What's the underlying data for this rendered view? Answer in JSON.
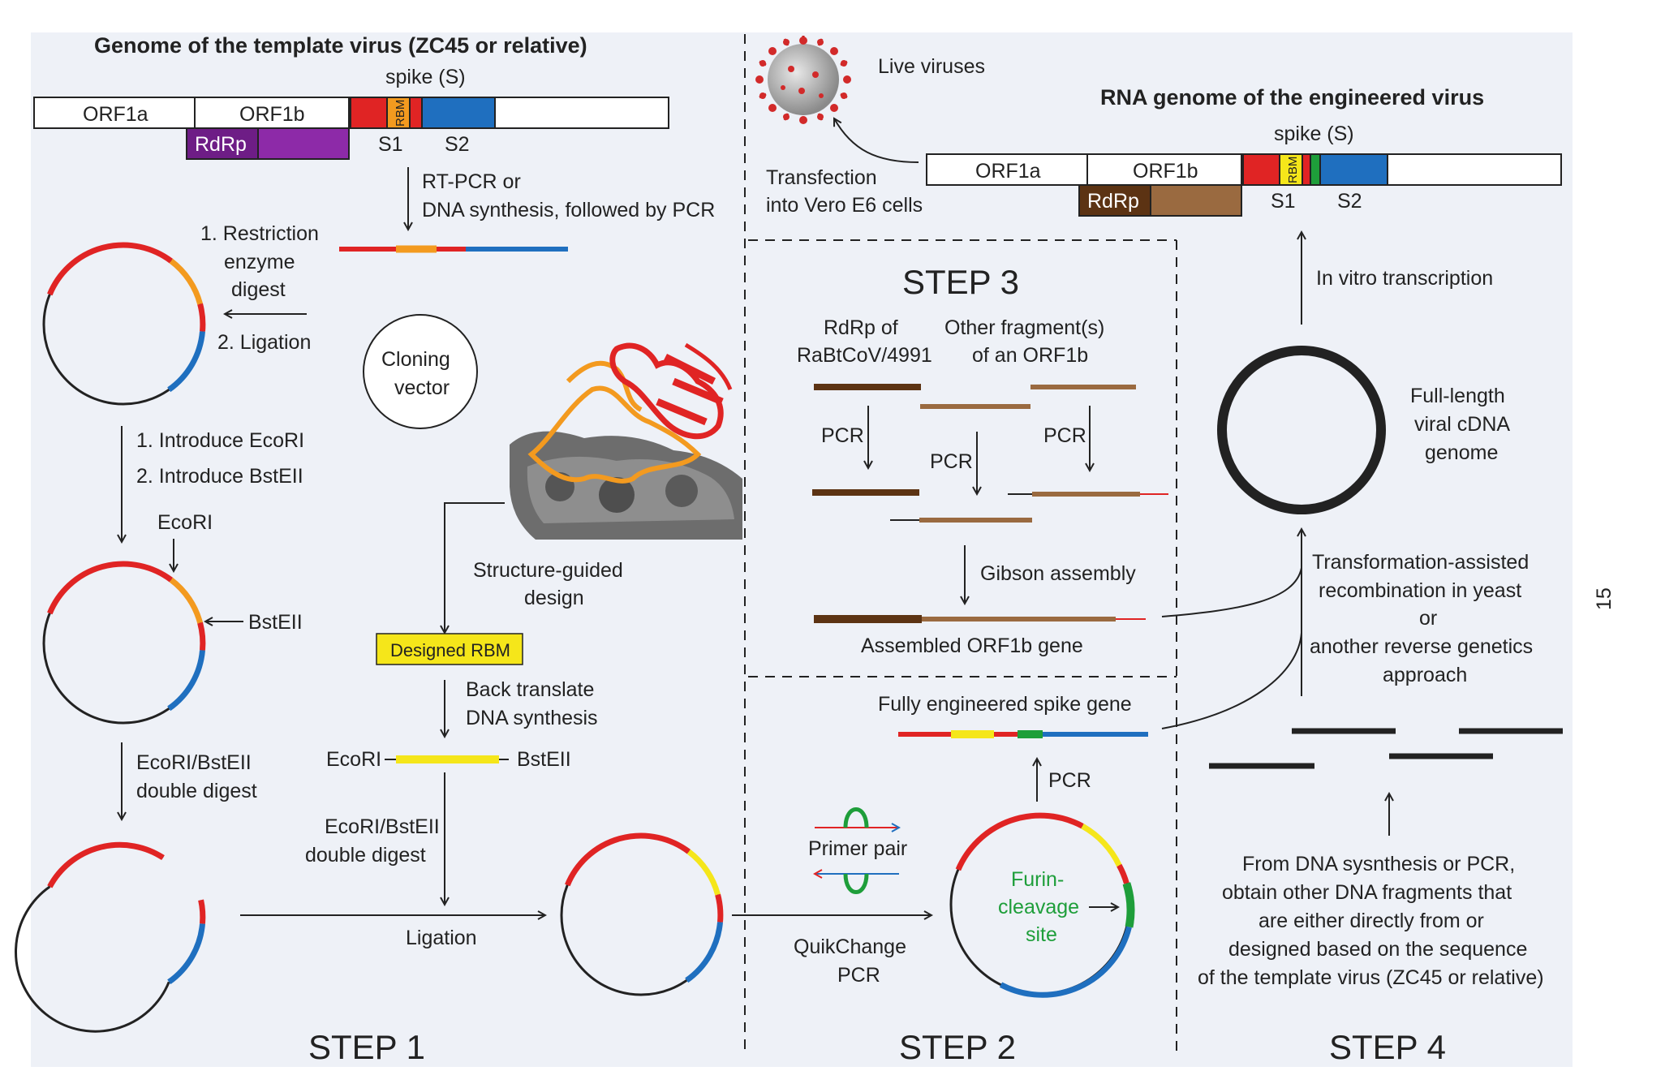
{
  "colors": {
    "red": "#e02424",
    "orange": "#f39a1f",
    "blue": "#1f6fbf",
    "purple": "#8d2aa8",
    "brown_dark": "#5c3313",
    "brown_light": "#9a6a40",
    "yellow": "#f5e61a",
    "green": "#1e9e3a",
    "panel": "#eef1f7"
  },
  "step1": {
    "title": "Genome of the template virus (ZC45 or relative)",
    "spike_label": "spike (S)",
    "orf1a": "ORF1a",
    "orf1b": "ORF1b",
    "rdrp": "RdRp",
    "rbm": "RBM",
    "s1": "S1",
    "s2": "S2",
    "rtpcr_1": "RT-PCR or",
    "rtpcr_2": "DNA synthesis, followed by PCR",
    "restriction_1": "1. Restriction",
    "restriction_2": "enzyme",
    "restriction_3": "digest",
    "ligation_step": "2. Ligation",
    "cloning_1": "Cloning",
    "cloning_2": "vector",
    "introduce_1": "1. Introduce EcoRI",
    "introduce_2": "2. Introduce BstEII",
    "ecori": "EcoRI",
    "bsteii": "BstEII",
    "structure_1": "Structure-guided",
    "structure_2": "design",
    "designed_rbm": "Designed RBM",
    "back_1": "Back translate",
    "back_2": "DNA synthesis",
    "ecori_left": "EcoRI",
    "bsteii_right": "BstEII",
    "dd_left_1": "EcoRI/BstEII",
    "dd_left_2": "double digest",
    "dd_mid_1": "EcoRI/BstEII",
    "dd_mid_2": "double digest",
    "ligation": "Ligation",
    "step_label": "STEP 1"
  },
  "step2": {
    "primer_pair": "Primer pair",
    "quikchange_1": "QuikChange",
    "quikchange_2": "PCR",
    "furin_1": "Furin-",
    "furin_2": "cleavage",
    "furin_3": "site",
    "pcr": "PCR",
    "spike_gene": "Fully engineered spike gene",
    "step_label": "STEP 2"
  },
  "step3": {
    "step_label": "STEP 3",
    "rdrp_of_1": "RdRp of",
    "rdrp_of_2": "RaBtCoV/4991",
    "other_1": "Other fragment(s)",
    "other_2": "of an ORF1b",
    "pcr_a": "PCR",
    "pcr_b": "PCR",
    "pcr_c": "PCR",
    "gibson": "Gibson assembly",
    "assembled": "Assembled ORF1b gene"
  },
  "step4": {
    "live": "Live viruses",
    "transfection_1": "Transfection",
    "transfection_2": "into Vero E6 cells",
    "rna_title": "RNA genome of the engineered virus",
    "spike_label": "spike (S)",
    "orf1a": "ORF1a",
    "orf1b": "ORF1b",
    "rdrp": "RdRp",
    "rbm": "RBM",
    "s1": "S1",
    "s2": "S2",
    "in_vitro": "In vitro transcription",
    "full_1": "Full-length",
    "full_2": "viral cDNA",
    "full_3": "genome",
    "trans_1": "Transformation-assisted",
    "trans_2": "recombination in yeast",
    "trans_3": "or",
    "trans_4": "another reverse genetics",
    "trans_5": "approach",
    "from_1": "From DNA sysnthesis or PCR,",
    "from_2": "obtain other DNA fragments that",
    "from_3": "are either directly from or",
    "from_4": "designed based on the sequence",
    "from_5": "of the template virus (ZC45 or relative)",
    "step_label": "STEP 4"
  },
  "page_number": "15"
}
